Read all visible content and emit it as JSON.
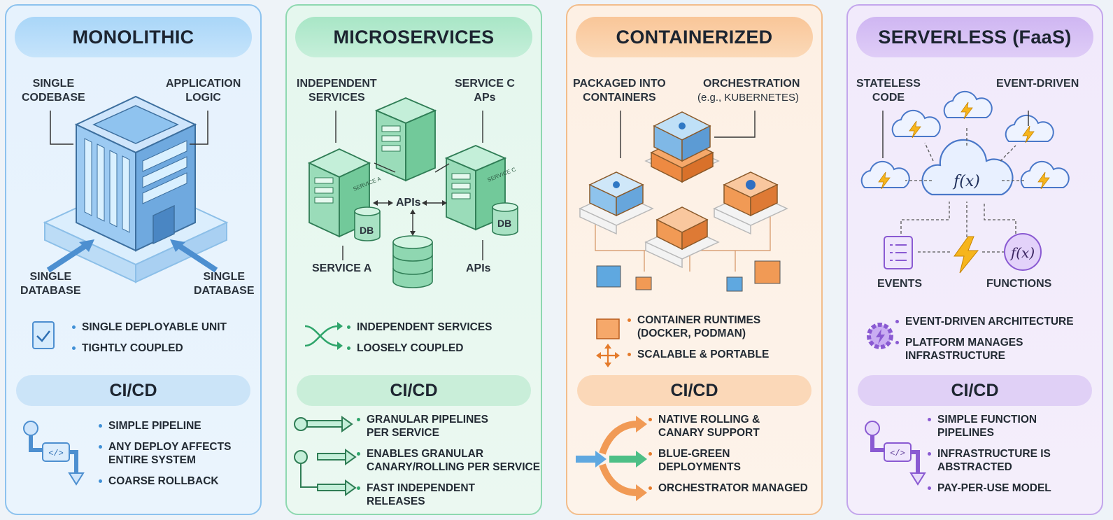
{
  "panels": [
    {
      "title": "MONOLITHIC",
      "labels": [
        "SINGLE\nCODEBASE",
        "APPLICATION\nLOGIC",
        "SINGLE\nDATABASE",
        "SINGLE\nDATABASE"
      ],
      "bullets": [
        "SINGLE DEPLOYABLE UNIT",
        "TIGHTLY COUPLED"
      ],
      "cicd_title": "CI/CD",
      "cicd_bullets": [
        "SIMPLE PIPELINE",
        "ANY DEPLOY AFFECTS\nENTIRE SYSTEM",
        "COARSE ROLLBACK"
      ],
      "color": "#3f8fd6"
    },
    {
      "title": "MICROSERVICES",
      "labels": [
        "INDEPENDENT\nSERVICES",
        "SERVICE C\nAPs",
        "SERVICE A",
        "APIs",
        "APIs",
        "DB",
        "DB",
        "SERVICE A",
        "SERVICE C"
      ],
      "bullets": [
        "INDEPENDENT SERVICES",
        "LOOSELY COUPLED"
      ],
      "cicd_title": "CI/CD",
      "cicd_bullets": [
        "GRANULAR PIPELINES\nPER SERVICE",
        "ENABLES GRANULAR\nCANARY/ROLLING PER SERVICE",
        "FAST INDEPENDENT\nRELEASES"
      ],
      "color": "#2fa56b"
    },
    {
      "title": "CONTAINERIZED",
      "labels": [
        "PACKAGED INTO\nCONTAINERS",
        "ORCHESTRATION",
        "(e.g., KUBERNETES)"
      ],
      "bullets": [
        "CONTAINER RUNTIMES\n(DOCKER, PODMAN)",
        "SCALABLE & PORTABLE"
      ],
      "cicd_title": "CI/CD",
      "cicd_bullets": [
        "NATIVE ROLLING &\nCANARY SUPPORT",
        "BLUE-GREEN\nDEPLOYMENTS",
        "ORCHESTRATOR MANAGED"
      ],
      "color": "#e47a2a"
    },
    {
      "title": "SERVERLESS (FaaS)",
      "labels": [
        "STATELESS\nCODE",
        "EVENT-DRIVEN",
        "EVENTS",
        "FUNCTIONS",
        "f(x)",
        "f(x)"
      ],
      "bullets": [
        "EVENT-DRIVEN ARCHITECTURE",
        "PLATFORM MANAGES\nINFRASTRUCTURE"
      ],
      "cicd_title": "CI/CD",
      "cicd_bullets": [
        "SIMPLE FUNCTION\nPIPELINES",
        "INFRASTRUCTURE IS\nABSTRACTED",
        "PAY-PER-USE MODEL"
      ],
      "color": "#8a5ad2"
    }
  ]
}
